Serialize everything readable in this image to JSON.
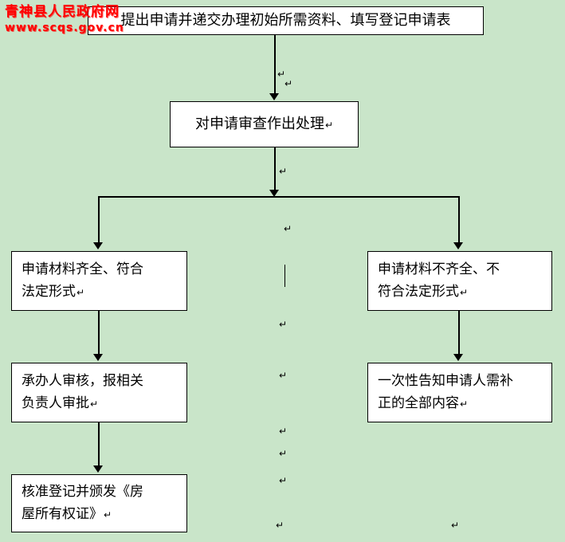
{
  "watermark": {
    "line1": "青神县人民政府网",
    "line2": "www.scqs.gov.cn",
    "color": "#ff0000"
  },
  "pilcrow": "↵",
  "flow": {
    "step1": "提出申请并递交办理初始所需资料、填写登记申请表",
    "step2": "对申请审查作出处理",
    "left1": "申请材料齐全、符合\n法定形式",
    "right1": "申请材料不齐全、不\n符合法定形式",
    "left2": "承办人审核，报相关\n负责人审批",
    "right2": "一次性告知申请人需补\n正的全部内容",
    "left3": "核准登记并颁发《房\n屋所有权证》"
  },
  "colors": {
    "background": "#c9e5c9",
    "box_fill": "#ffffff",
    "box_border": "#000000",
    "text": "#000000",
    "watermark": "#ff0000"
  }
}
